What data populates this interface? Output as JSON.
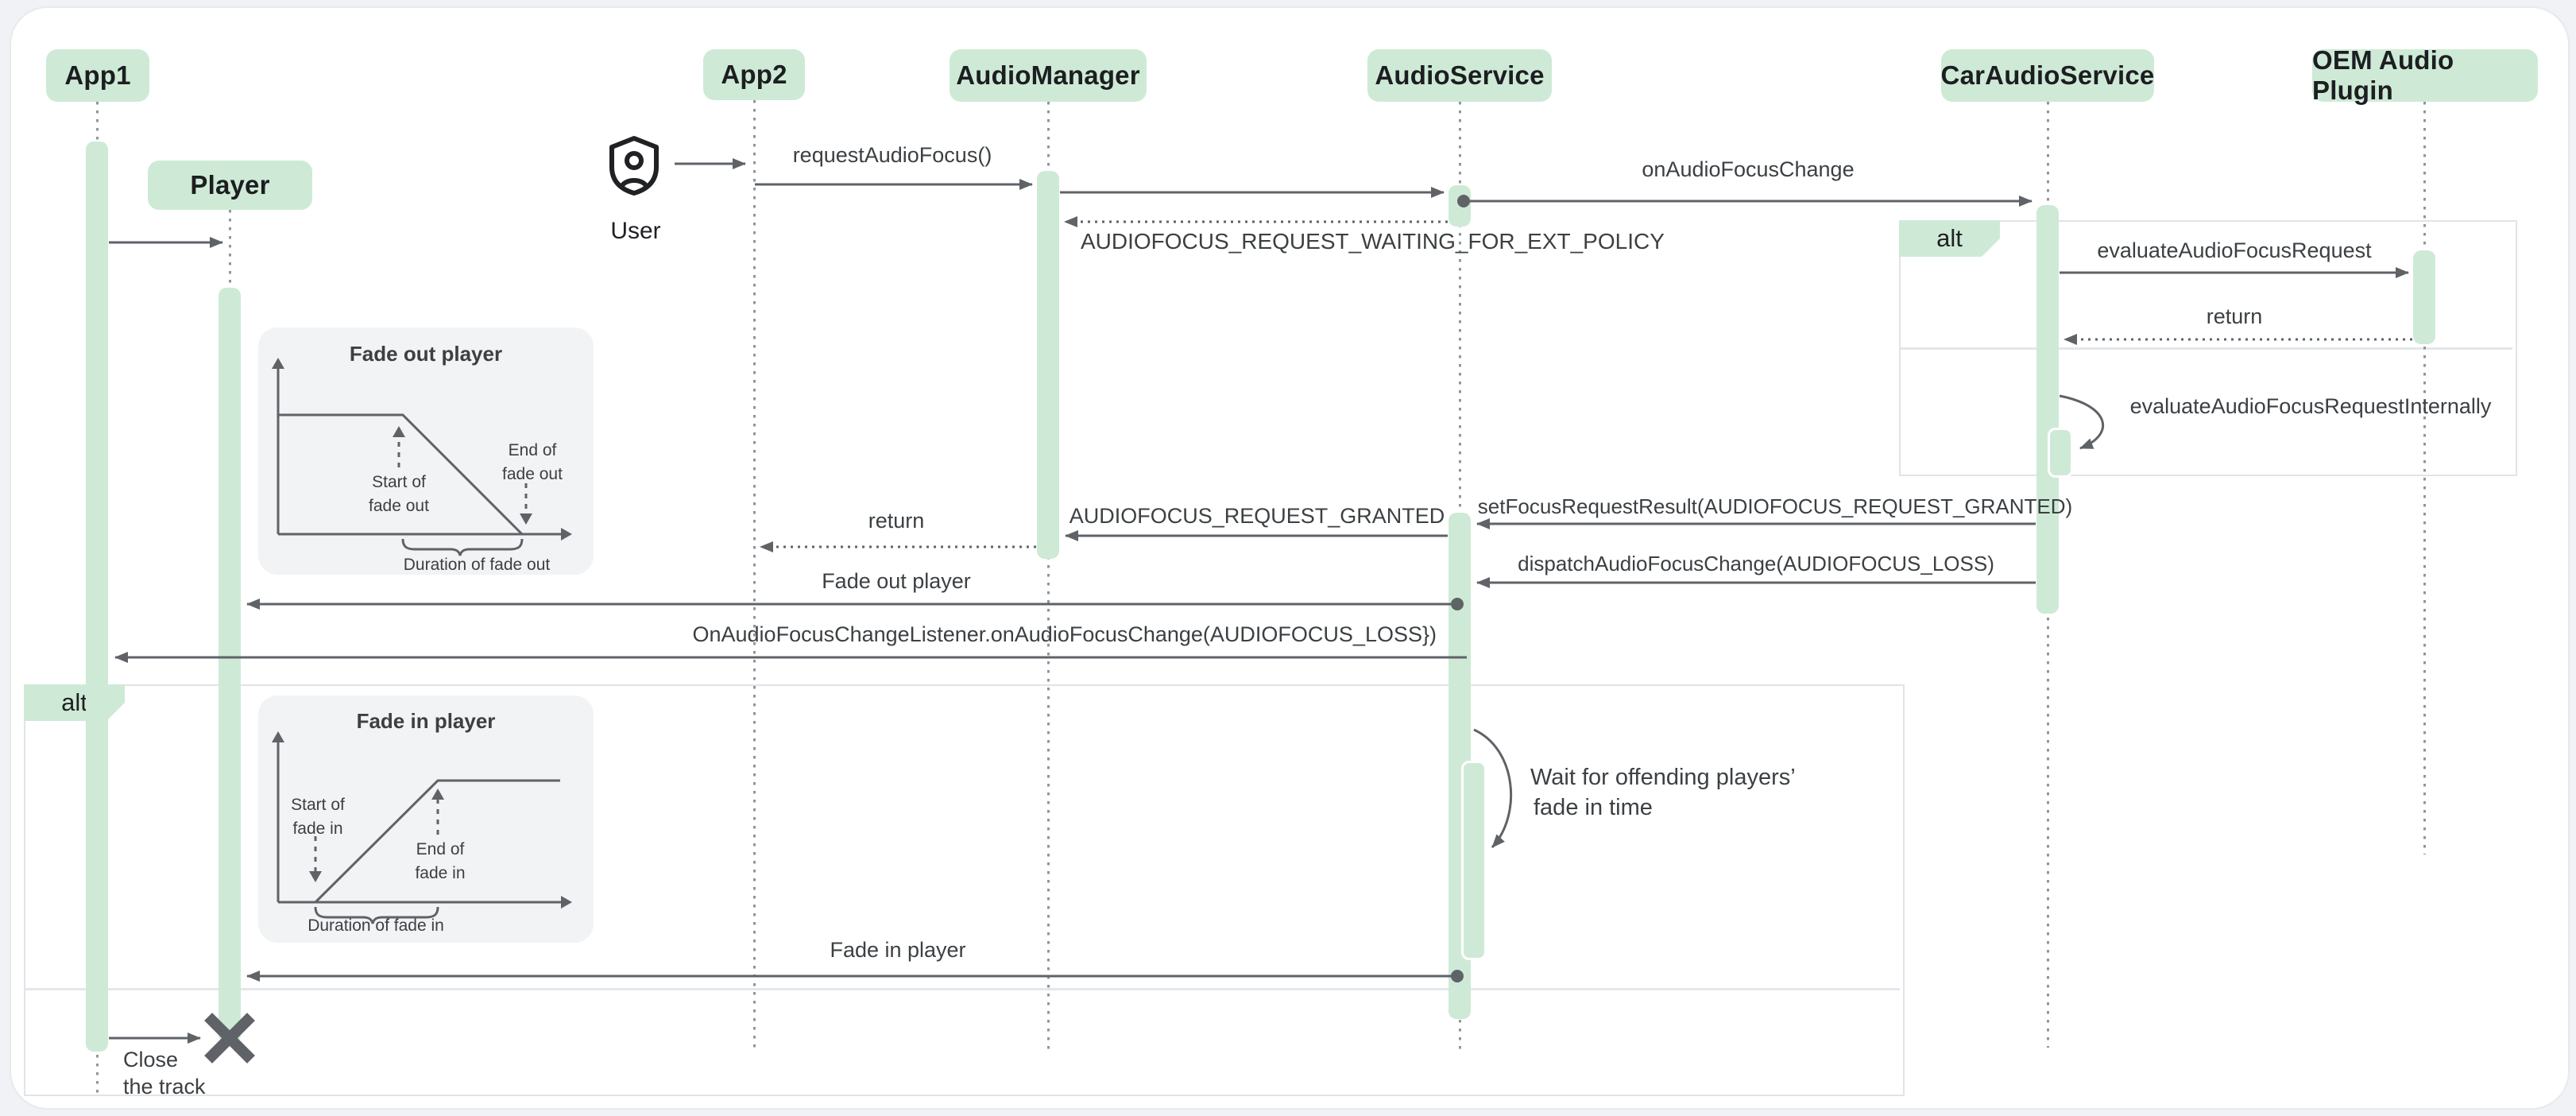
{
  "participants": [
    {
      "label": "App1"
    },
    {
      "label": "Player"
    },
    {
      "label": "App2"
    },
    {
      "label": "AudioManager"
    },
    {
      "label": "AudioService"
    },
    {
      "label": "CarAudioService"
    },
    {
      "label": "OEM Audio Plugin"
    }
  ],
  "actor": {
    "label": "User"
  },
  "fragments": {
    "right_alt": {
      "label": "alt"
    },
    "left_alt": {
      "label": "alt"
    }
  },
  "messages": {
    "request_audio_focus": "requestAudioFocus()",
    "on_audio_focus_change": "onAudioFocusChange",
    "waiting_policy": "AUDIOFOCUS_REQUEST_WAITING_FOR_EXT_POLICY",
    "evaluate_request": "evaluateAudioFocusRequest",
    "evaluate_return": "return",
    "evaluate_internally": "evaluateAudioFocusRequestInternally",
    "set_focus_result": "setFocusRequestResult(AUDIOFOCUS_REQUEST_GRANTED)",
    "request_granted": "AUDIOFOCUS_REQUEST_GRANTED",
    "manager_return": "return",
    "dispatch_change": "dispatchAudioFocusChange(AUDIOFOCUS_LOSS)",
    "fade_out_player": "Fade out player",
    "listener_callback": "OnAudioFocusChangeListener.onAudioFocusChange(AUDIOFOCUS_LOSS})",
    "wait_note_line1": "Wait for offending players’",
    "wait_note_line2": "fade in time",
    "fade_in_player": "Fade in player",
    "close_line1": "Close",
    "close_line2": "the track"
  },
  "insets": {
    "fade_out": {
      "title": "Fade out player",
      "start_label": "Start of\nfade out",
      "end_label": "End of\nfade out",
      "duration_label": "Duration of fade out"
    },
    "fade_in": {
      "title": "Fade in player",
      "start_label": "Start of\nfade in",
      "end_label": "End of\nfade in",
      "duration_label": "Duration of fade in"
    }
  },
  "colors": {
    "participant_fill": "#ceead6",
    "arrow": "#5f6368",
    "text": "#3c4043",
    "inset_bg": "#f1f3f4",
    "canvas_bg": "#ffffff",
    "page_bg": "#f0f2f5"
  }
}
